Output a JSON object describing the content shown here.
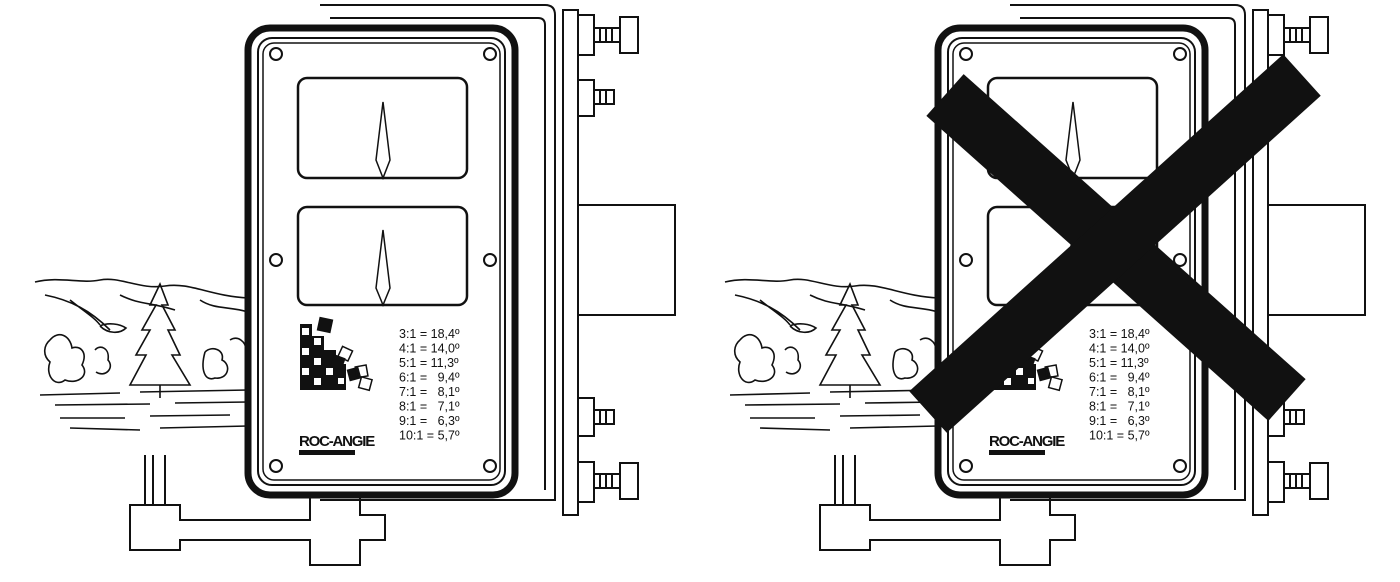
{
  "panels": [
    {
      "name": "correct-installation",
      "crossed": false
    },
    {
      "name": "incorrect-installation",
      "crossed": true
    }
  ],
  "brand": "ROC-ANGIE",
  "slope_table": [
    "3:1 = 18,4º",
    "4:1 = 14,0º",
    "5:1 = 11,3º",
    "6:1 =   9,4º",
    "7:1 =   8,1º",
    "8:1 =   7,1º",
    "9:1 =   6,3º",
    "10:1 = 5,7º"
  ],
  "colors": {
    "ink": "#111111",
    "background": "#ffffff"
  }
}
